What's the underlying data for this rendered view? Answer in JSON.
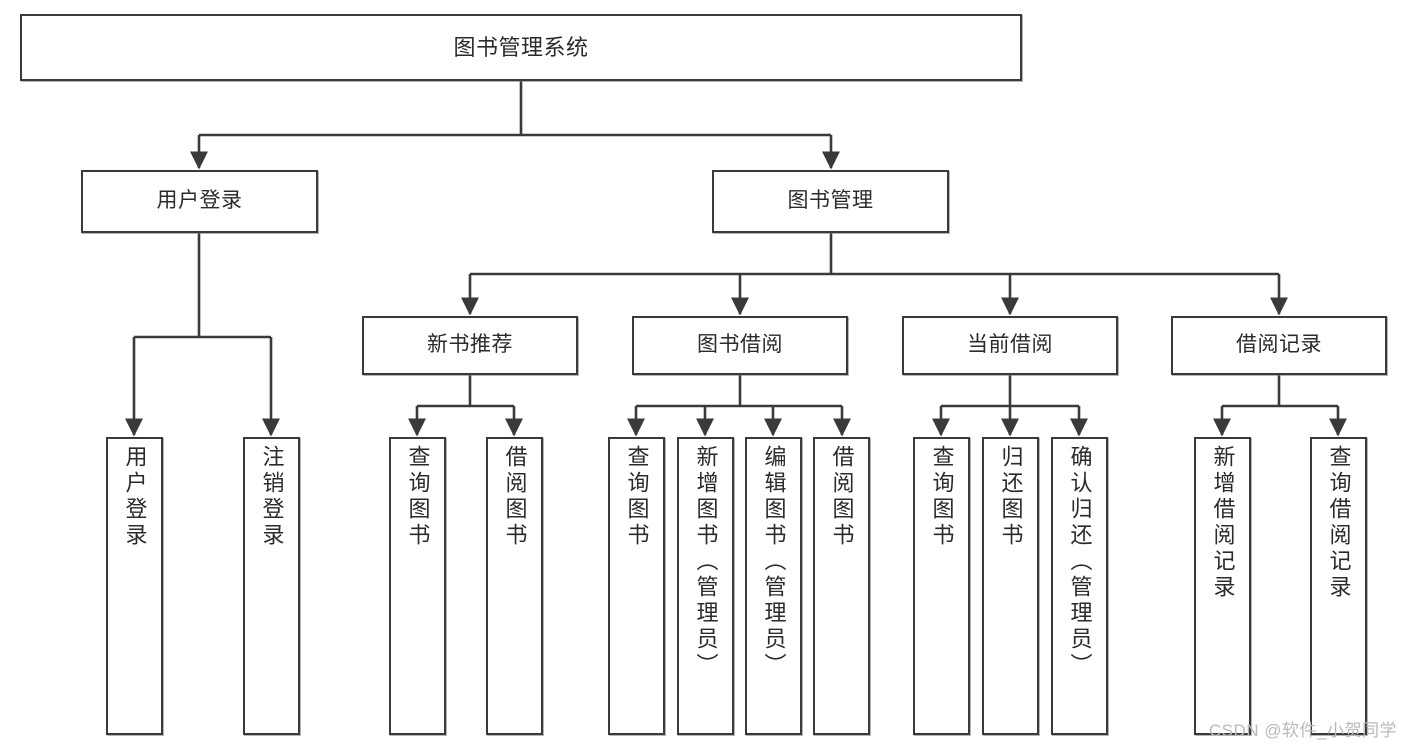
{
  "diagram": {
    "type": "tree-hierarchy",
    "title": "图书管理系统",
    "watermark": "CSDN @软件_小贺同学",
    "colors": {
      "node_border": "#3a3a3a",
      "node_fill": "#ffffff",
      "edge": "#3a3a3a",
      "text": "#2b2b2b",
      "watermark": "#b9b9b9",
      "background": "#ffffff"
    },
    "nodes": {
      "root": {
        "label": "图书管理系统"
      },
      "level2": [
        {
          "id": "user-login",
          "label": "用户登录"
        },
        {
          "id": "book-manage",
          "label": "图书管理"
        }
      ],
      "level3": [
        {
          "id": "new-book-recommend",
          "label": "新书推荐"
        },
        {
          "id": "book-borrow",
          "label": "图书借阅"
        },
        {
          "id": "current-borrow",
          "label": "当前借阅"
        },
        {
          "id": "borrow-record",
          "label": "借阅记录"
        }
      ],
      "leaves": {
        "user-login": [
          {
            "id": "leaf-user-login",
            "label": "用户登录"
          },
          {
            "id": "leaf-logout-login",
            "label": "注销登录"
          }
        ],
        "new-book-recommend": [
          {
            "id": "leaf-query-book-1",
            "label": "查询图书"
          },
          {
            "id": "leaf-borrow-book-1",
            "label": "借阅图书"
          }
        ],
        "book-borrow": [
          {
            "id": "leaf-query-book-2",
            "label": "查询图书"
          },
          {
            "id": "leaf-add-book",
            "label": "新增图书（管理员）"
          },
          {
            "id": "leaf-edit-book",
            "label": "编辑图书（管理员）"
          },
          {
            "id": "leaf-borrow-book-2",
            "label": "借阅图书"
          }
        ],
        "current-borrow": [
          {
            "id": "leaf-query-book-3",
            "label": "查询图书"
          },
          {
            "id": "leaf-return-book",
            "label": "归还图书"
          },
          {
            "id": "leaf-confirm-return",
            "label": "确认归还（管理员）"
          }
        ],
        "borrow-record": [
          {
            "id": "leaf-add-record",
            "label": "新增借阅记录"
          },
          {
            "id": "leaf-query-record",
            "label": "查询借阅记录"
          }
        ]
      }
    }
  }
}
